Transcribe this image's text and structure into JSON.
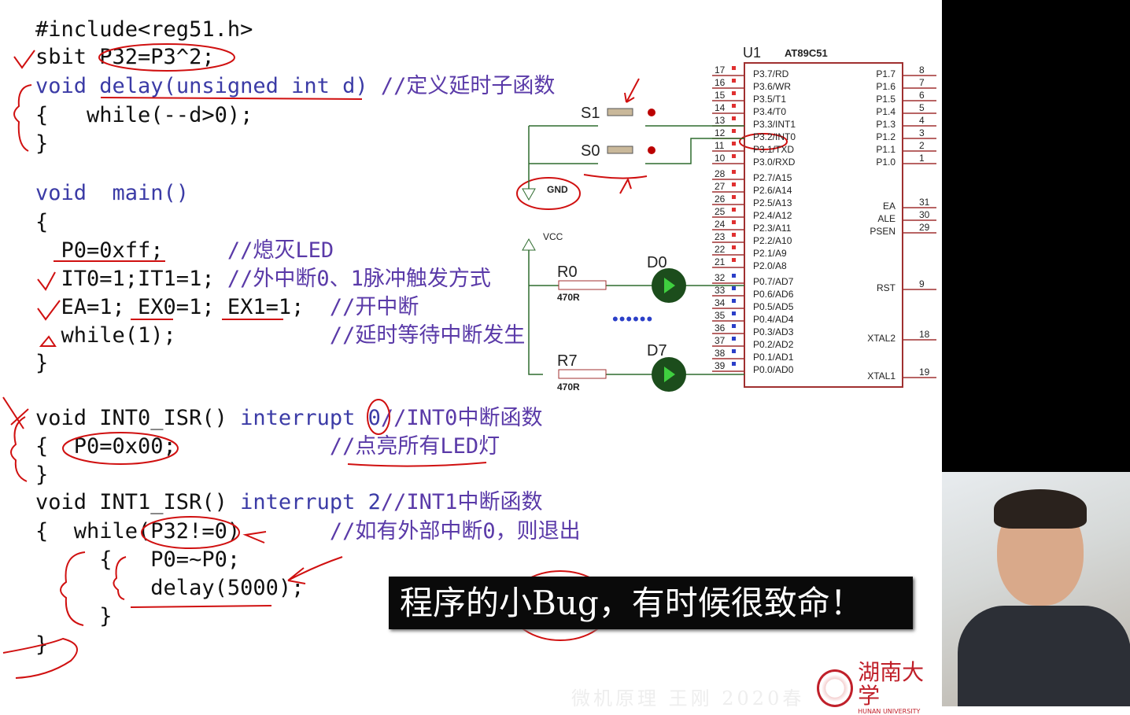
{
  "code": {
    "l1": "#include<reg51.h>",
    "l2a": "sbit ",
    "l2b": "P32=P3^2;",
    "l3kw": "void",
    "l3": " delay(unsigned int d) ",
    "l3c": "//定义延时子函数",
    "l4": "{   while(--d>0);",
    "l5": "}",
    "l6kw": "void  main()",
    "l7": "{",
    "l8": "  P0=0xff;     ",
    "l8c": "//熄灭LED",
    "l9": "  IT0=1;IT1=1; ",
    "l9c": "//外中断0、1脉冲触发方式",
    "l10": "  EA=1; EX0=1; EX1=1;  ",
    "l10c": "//开中断",
    "l11": "  while(1);            ",
    "l11c": "//延时等待中断发生",
    "l12": "}",
    "l13": "void INT0_ISR() ",
    "l13kw": "interrupt 0",
    "l13c": "//INT0中断函数",
    "l14": "{  P0=0x00;            ",
    "l14c": "//点亮所有LED灯",
    "l15": "}",
    "l16": "void INT1_ISR() ",
    "l16kw": "interrupt 2",
    "l16c": "//INT1中断函数",
    "l17": "{  while(P32!=0)       ",
    "l17c": "//如有外部中断0，则退出",
    "l18": "     {   P0=~P0;",
    "l19": "         delay(5000);",
    "l20": "     }",
    "l21": "}"
  },
  "circuit": {
    "chip_ref": "U1",
    "chip_name": "AT89C51",
    "left_pins": [
      [
        "17",
        "P3.7/RD"
      ],
      [
        "16",
        "P3.6/WR"
      ],
      [
        "15",
        "P3.5/T1"
      ],
      [
        "14",
        "P3.4/T0"
      ],
      [
        "13",
        "P3.3/INT1"
      ],
      [
        "12",
        "P3.2/INT0"
      ],
      [
        "11",
        "P3.1/TXD"
      ],
      [
        "10",
        "P3.0/RXD"
      ],
      [
        "28",
        "P2.7/A15"
      ],
      [
        "27",
        "P2.6/A14"
      ],
      [
        "26",
        "P2.5/A13"
      ],
      [
        "25",
        "P2.4/A12"
      ],
      [
        "24",
        "P2.3/A11"
      ],
      [
        "23",
        "P2.2/A10"
      ],
      [
        "22",
        "P2.1/A9"
      ],
      [
        "21",
        "P2.0/A8"
      ],
      [
        "32",
        "P0.7/AD7"
      ],
      [
        "33",
        "P0.6/AD6"
      ],
      [
        "34",
        "P0.5/AD5"
      ],
      [
        "35",
        "P0.4/AD4"
      ],
      [
        "36",
        "P0.3/AD3"
      ],
      [
        "37",
        "P0.2/AD2"
      ],
      [
        "38",
        "P0.1/AD1"
      ],
      [
        "39",
        "P0.0/AD0"
      ]
    ],
    "right_pins": [
      [
        "8",
        "P1.7",
        0
      ],
      [
        "7",
        "P1.6",
        1
      ],
      [
        "6",
        "P1.5",
        2
      ],
      [
        "5",
        "P1.4",
        3
      ],
      [
        "4",
        "P1.3",
        4
      ],
      [
        "3",
        "P1.2",
        5
      ],
      [
        "2",
        "P1.1",
        6
      ],
      [
        "1",
        "P1.0",
        7
      ],
      [
        "31",
        "EA",
        10.5
      ],
      [
        "30",
        "ALE",
        11.5
      ],
      [
        "29",
        "PSEN",
        12.5
      ],
      [
        "9",
        "RST",
        17
      ],
      [
        "18",
        "XTAL2",
        21
      ],
      [
        "19",
        "XTAL1",
        24
      ]
    ],
    "s1": "S1",
    "s0": "S0",
    "gnd": "GND",
    "vcc": "VCC",
    "r0": "R0",
    "r7": "R7",
    "r_value": "470R",
    "d0": "D0",
    "d7": "D7"
  },
  "subtitle": "程序的小Bug，有时候很致命！",
  "logo": {
    "cn": "湖南大学",
    "en": "HUNAN UNIVERSITY"
  },
  "watermark": "微机原理   王刚   2020春",
  "colors": {
    "keyword": "#3b3ba6",
    "comment": "#5a3aa8",
    "annotation": "#d01010",
    "wire": "#2e6b2e",
    "chip": "#a03030"
  }
}
